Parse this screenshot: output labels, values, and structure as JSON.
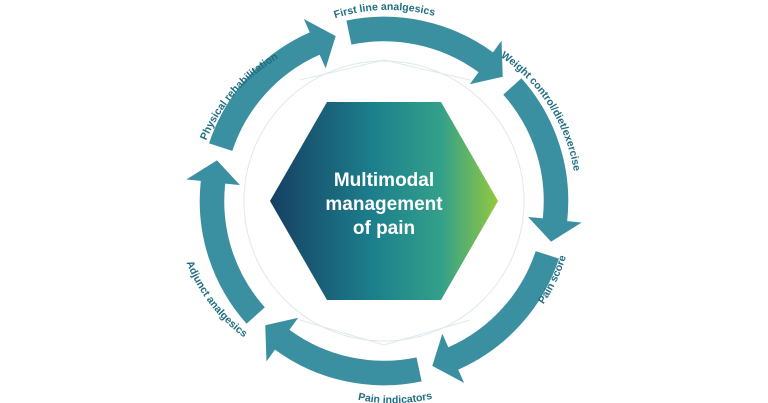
{
  "center": {
    "line1": "Multimodal",
    "line2": "management",
    "line3": "of pain"
  },
  "cycle_labels": {
    "first_line": "First line analgesics",
    "weight": "Weight control/diet/exercise",
    "pain_score": "Pain score",
    "pain_indicators": "Pain indicators",
    "adjunct": "Adjunct analgesics",
    "physical": "Physical rehabilitation"
  },
  "colors": {
    "arrow": "#3a8fa0",
    "label": "#1f6e82",
    "hex_start": "#1a5f7a",
    "hex_mid": "#1f8b8c",
    "hex_end": "#8cc63f"
  }
}
